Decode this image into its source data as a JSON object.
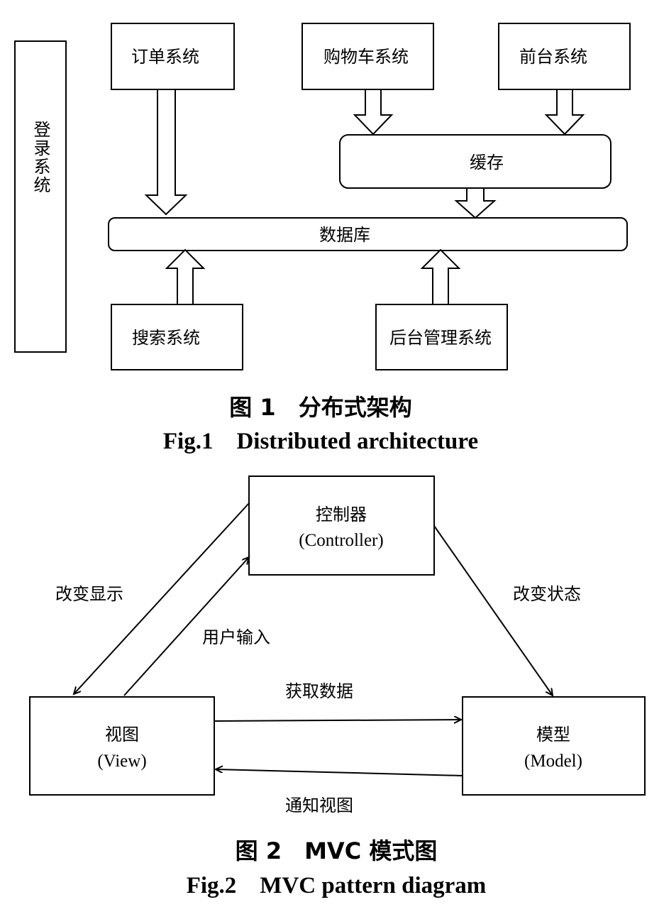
{
  "figure1": {
    "nodes": {
      "login": "登录系统",
      "order": "订单系统",
      "cart": "购物车系统",
      "front": "前台系统",
      "cache": "缓存",
      "database": "数据库",
      "search": "搜索系统",
      "admin": "后台管理系统"
    },
    "caption_cn": "图 1　分布式架构",
    "caption_en": "Fig.1　Distributed architecture"
  },
  "figure2": {
    "nodes": {
      "controller_cn": "控制器",
      "controller_en": "(Controller)",
      "view_cn": "视图",
      "view_en": "(View)",
      "model_cn": "模型",
      "model_en": "(Model)"
    },
    "edges": {
      "change_display": "改变显示",
      "user_input": "用户输入",
      "change_state": "改变状态",
      "get_data": "获取数据",
      "notify_view": "通知视图"
    },
    "caption_cn": "图 2　MVC 模式图",
    "caption_en": "Fig.2　MVC pattern diagram"
  }
}
